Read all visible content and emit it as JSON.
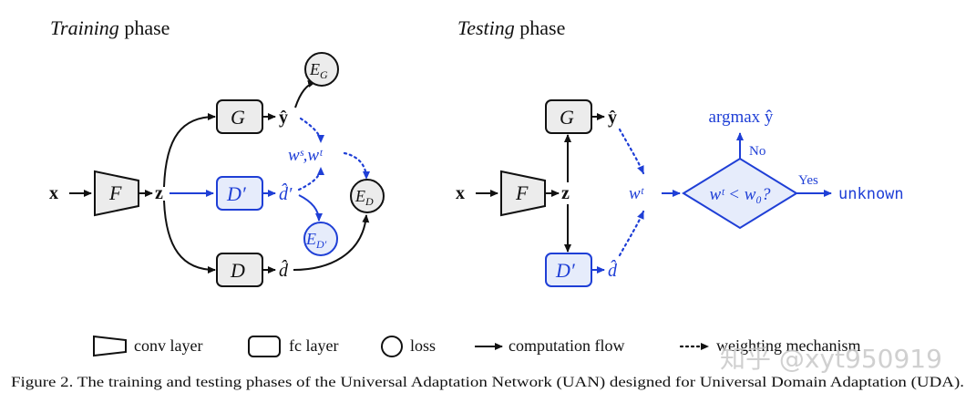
{
  "phases": {
    "training_italic": "Training",
    "training_rest": " phase",
    "testing_italic": "Testing",
    "testing_rest": " phase"
  },
  "nodes": {
    "x": "x",
    "F": "F",
    "z": "z",
    "G": "G",
    "D_prime": "D′",
    "D": "D",
    "y_hat": "ŷ",
    "d_prime_hat": "d̂′",
    "d_hat": "d̂",
    "E_G_main": "E",
    "E_G_sub": "G",
    "E_D_main": "E",
    "E_D_sub": "D",
    "E_Dp_main": "E",
    "E_Dp_sub": "D′",
    "ws_wt": "wˢ,wᵗ",
    "wt": "wᵗ",
    "decision": "wᵗ < w₀?",
    "no": "No",
    "yes": "Yes",
    "argmax": "argmax ŷ",
    "unknown": "unknown"
  },
  "legend": {
    "conv": "conv layer",
    "fc": "fc layer",
    "loss": "loss",
    "computation": "computation flow",
    "weighting": "weighting mechanism"
  },
  "caption": "Figure 2. The training and testing phases of the Universal Adaptation Network (UAN) designed for Universal Domain Adaptation (UDA).",
  "watermark": "知乎 @xyt950919",
  "colors": {
    "accent_blue": "#1f3fd6",
    "node_fill": "#ececec",
    "text": "#111111"
  }
}
